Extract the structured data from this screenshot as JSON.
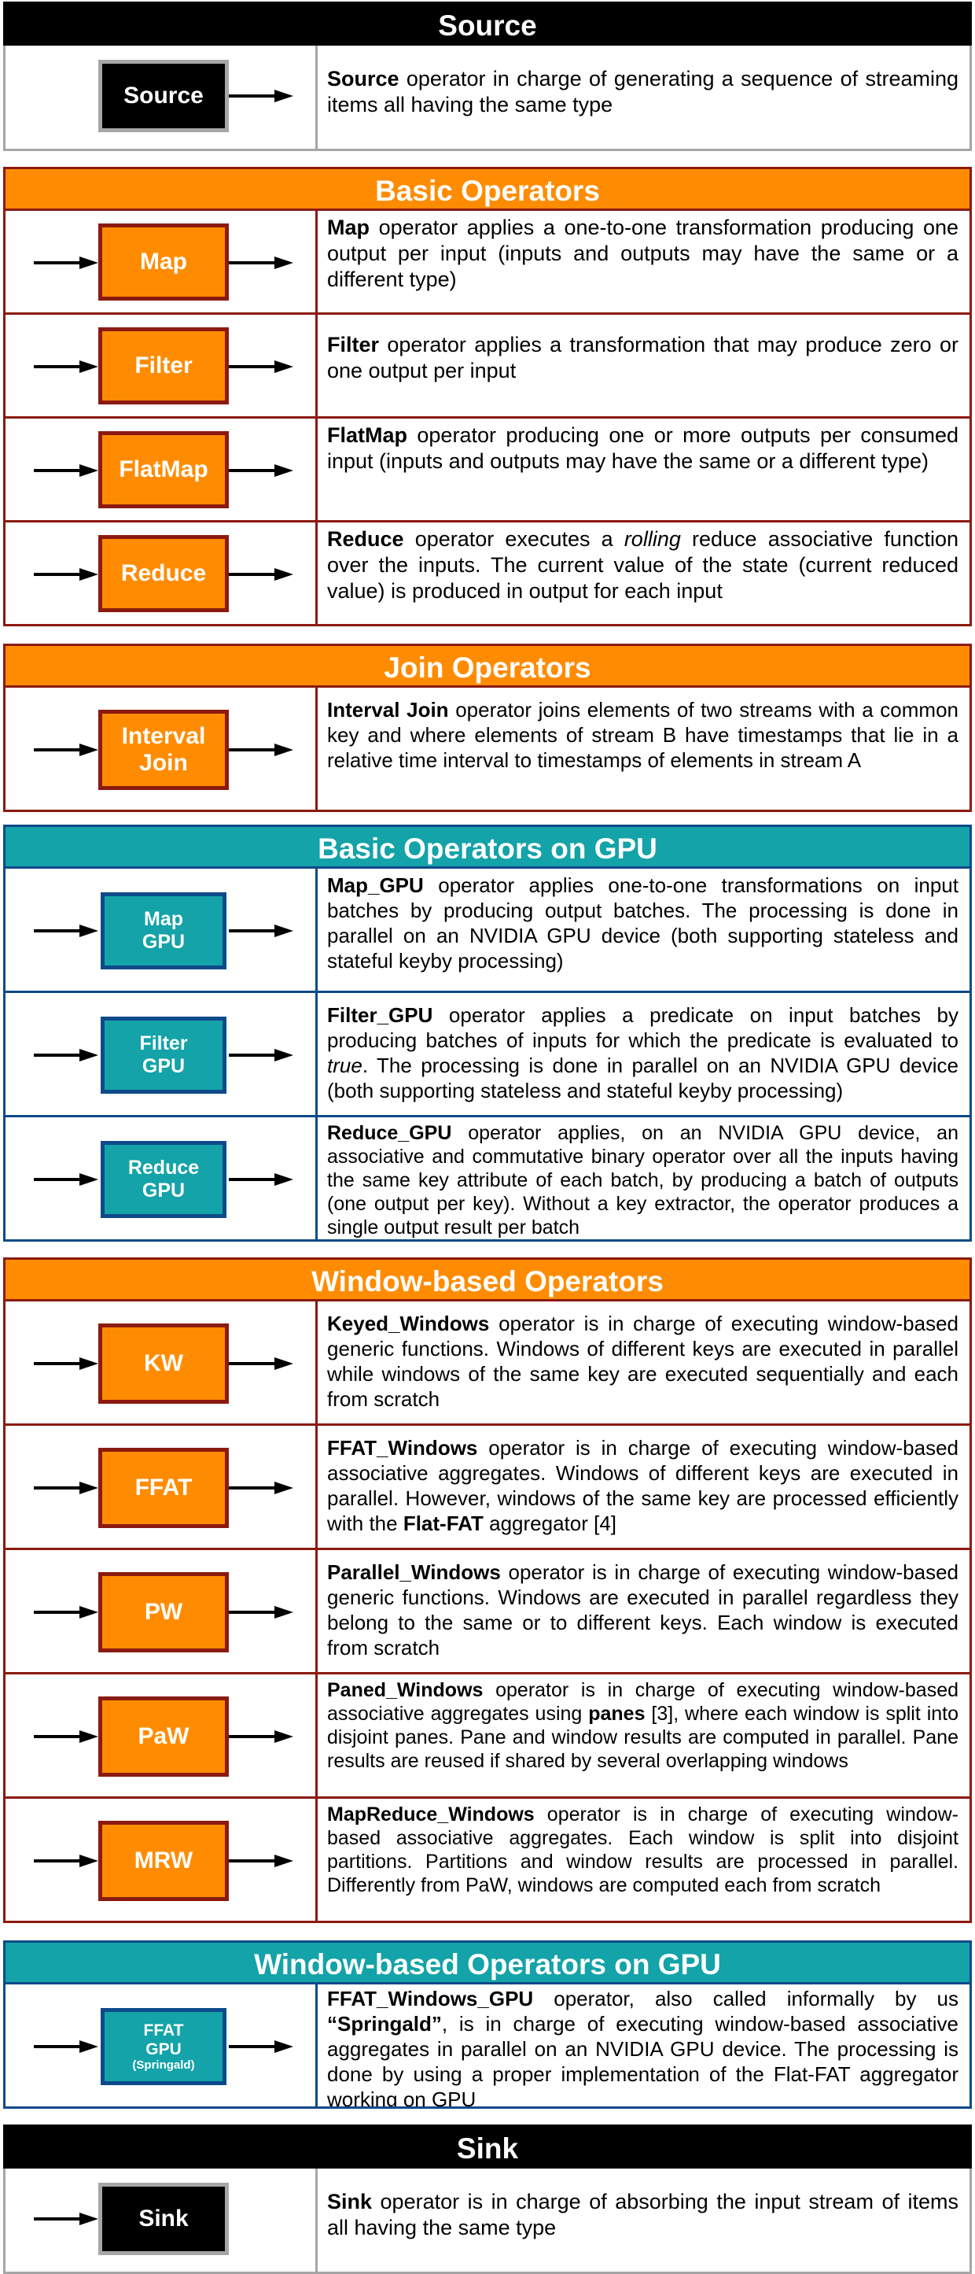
{
  "colors": {
    "black_header": "#000000",
    "black_border": "#a6a6a6",
    "orange_fill": "#ff8c00",
    "orange_border": "#8b1a10",
    "teal_fill": "#13a3a8",
    "teal_border": "#0e4a8a"
  },
  "sections": {
    "source": {
      "title": "Source",
      "items": [
        {
          "box": "Source",
          "name": "Source",
          "desc": " operator in charge of generating a sequence of streaming items all having the same type"
        }
      ]
    },
    "basic": {
      "title": "Basic Operators",
      "items": [
        {
          "box": "Map",
          "name": "Map",
          "desc": " operator applies a one-to-one transformation producing one output per input (inputs and outputs may have the same or a different type)"
        },
        {
          "box": "Filter",
          "name": "Filter",
          "desc": " operator applies a transformation that may produce zero or one output per input"
        },
        {
          "box": "FlatMap",
          "name": "FlatMap",
          "desc": " operator producing one or more outputs per consumed input (inputs and outputs may have the same or a different type)"
        },
        {
          "box": "Reduce",
          "name": "Reduce",
          "desc_a": " operator executes a ",
          "desc_em": "rolling",
          "desc_b": " reduce associative function over the inputs. The current value of the state (current reduced value) is produced in output for each input"
        }
      ]
    },
    "join": {
      "title": "Join Operators",
      "items": [
        {
          "box_l1": "Interval",
          "box_l2": "Join",
          "name": "Interval Join",
          "desc": " operator joins elements of two streams with a common key and where elements of stream B have timestamps that lie in a relative time interval to timestamps of elements in stream A"
        }
      ]
    },
    "basic_gpu": {
      "title": "Basic Operators on GPU",
      "items": [
        {
          "box_l1": "Map",
          "box_l2": "GPU",
          "name": "Map_GPU",
          "desc": " operator applies one-to-one transformations on input batches by producing output batches. The processing is done in parallel on an NVIDIA GPU device (both supporting stateless and stateful keyby processing)"
        },
        {
          "box_l1": "Filter",
          "box_l2": "GPU",
          "name": "Filter_GPU",
          "desc_a": " operator applies a predicate on input batches by producing batches of inputs for which the predicate is evaluated to ",
          "desc_em": "true",
          "desc_b": ". The processing is done in parallel on an NVIDIA GPU device (both supporting stateless and stateful keyby processing)"
        },
        {
          "box_l1": "Reduce",
          "box_l2": "GPU",
          "name": "Reduce_GPU",
          "desc": " operator applies, on an NVIDIA GPU device, an associative and commutative binary operator over all the inputs having the same key attribute of each batch, by producing a batch of outputs (one output per key). Without a key extractor, the operator produces a single output result per batch"
        }
      ]
    },
    "window": {
      "title": "Window-based Operators",
      "items": [
        {
          "box": "KW",
          "name": "Keyed_Windows",
          "desc": " operator is in charge of executing window-based generic functions. Windows of different keys are executed in parallel while windows of the same key are executed sequentially and each from scratch"
        },
        {
          "box": "FFAT",
          "name": "FFAT_Windows",
          "desc_a": " operator is in charge of executing window-based associative aggregates. Windows of different keys are executed in parallel. However, windows of the same key are processed efficiently with the ",
          "desc_strong": "Flat-FAT",
          "desc_b": " aggregator [4]"
        },
        {
          "box": "PW",
          "name": "Parallel_Windows",
          "desc": " operator is in charge of executing window-based generic functions. Windows are executed in parallel regardless they belong to the same or to different keys. Each window is executed from scratch"
        },
        {
          "box": "PaW",
          "name": "Paned_Windows",
          "desc_a": " operator is in charge of executing window-based associative aggregates using ",
          "desc_strong": "panes",
          "desc_b": " [3], where each window is split into disjoint panes. Pane and window results are computed in parallel. Pane results are reused if shared by several overlapping windows"
        },
        {
          "box": "MRW",
          "name": "MapReduce_Windows",
          "desc": " operator is in charge of executing window-based associative aggregates. Each window is split into disjoint partitions. Partitions and window results are processed in parallel. Differently from PaW, windows are computed each from scratch"
        }
      ]
    },
    "window_gpu": {
      "title": "Window-based Operators on GPU",
      "items": [
        {
          "box_l1": "FFAT",
          "box_l2": "GPU",
          "box_l3": "(Springald)",
          "name": "FFAT_Windows_GPU",
          "desc_a": " operator, also called informally by us ",
          "desc_strong": "“Springald”",
          "desc_b": ", is in charge of executing window-based associative aggregates in parallel on an NVIDIA GPU device. The processing is done by using a proper implementation of the Flat-FAT aggregator working on GPU"
        }
      ]
    },
    "sink": {
      "title": "Sink",
      "items": [
        {
          "box": "Sink",
          "name": "Sink",
          "desc": " operator is in charge of absorbing the input stream of items all having the same type"
        }
      ]
    }
  }
}
